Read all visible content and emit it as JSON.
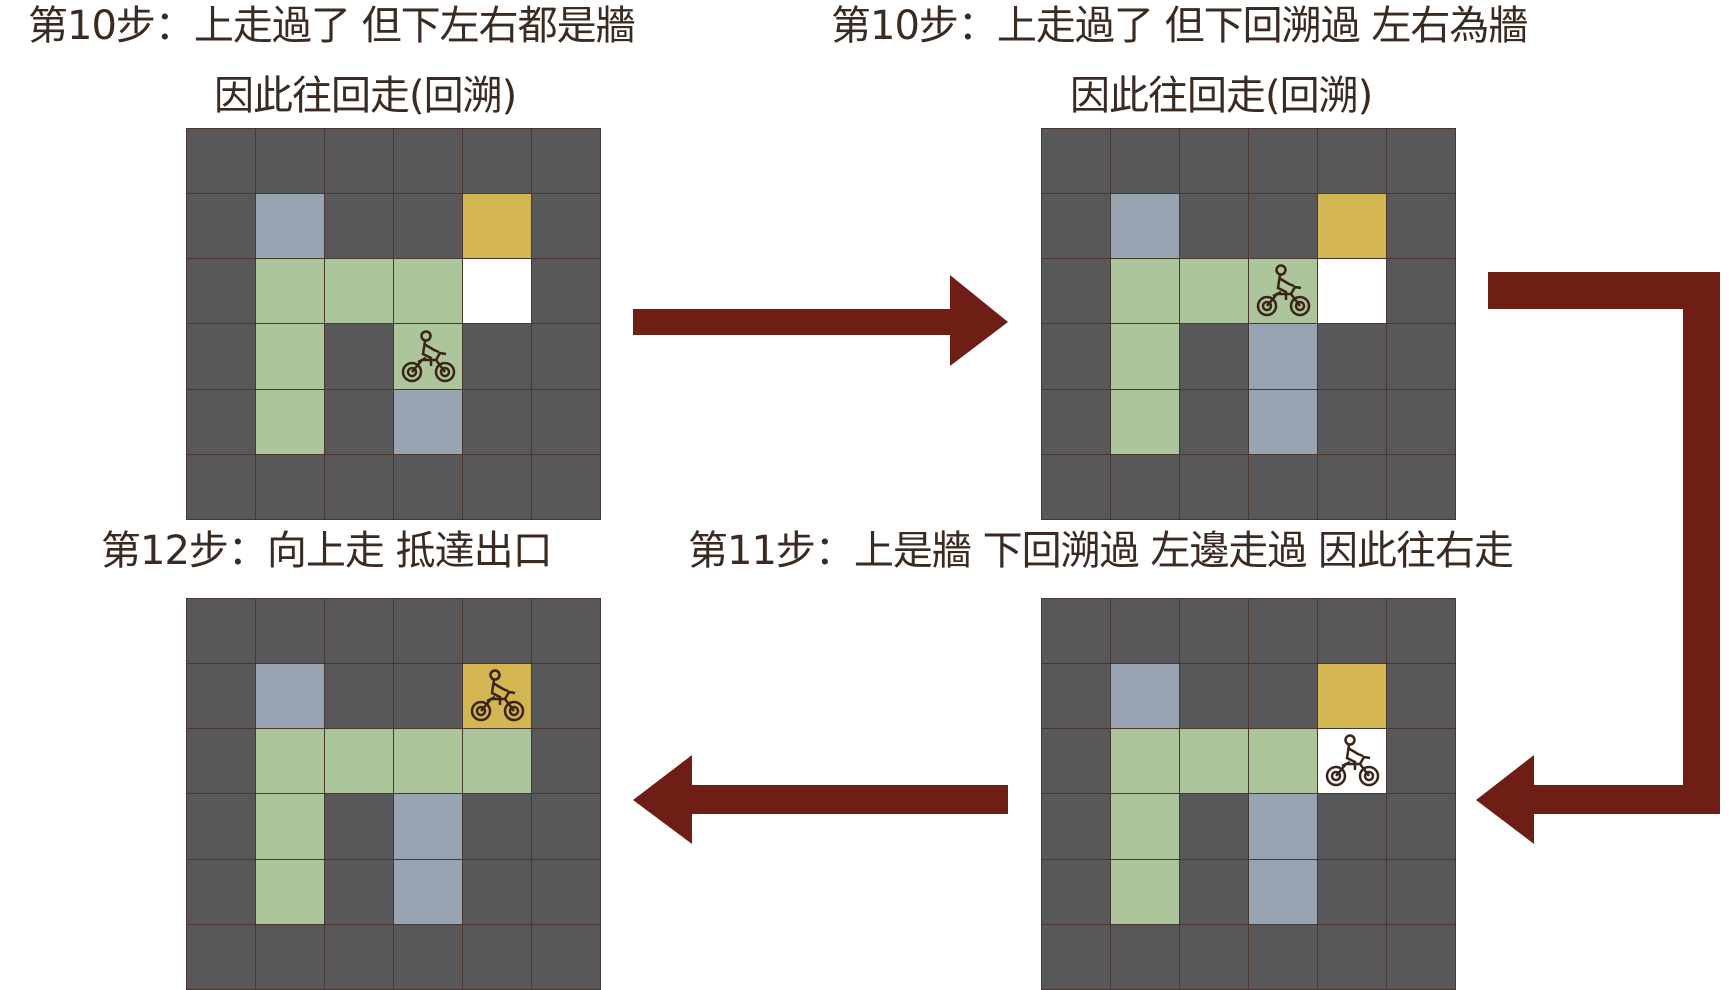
{
  "colors": {
    "wall": "#58585a",
    "backtracked": "#98a4b1",
    "exit": "#d3b552",
    "walked": "#adc59b",
    "open": "#ffffff",
    "arrow": "#6e1e14"
  },
  "legend_states": [
    "wall",
    "back",
    "exit",
    "walk",
    "open"
  ],
  "panels": [
    {
      "caption_line1": "第10步：上走過了 但下左右都是牆",
      "caption_line2": "因此往回走(回溯)",
      "cells": [
        [
          "wall",
          "wall",
          "wall",
          "wall",
          "wall",
          "wall"
        ],
        [
          "wall",
          "back",
          "wall",
          "wall",
          "exit",
          "wall"
        ],
        [
          "wall",
          "walk",
          "walk",
          "walk",
          "open",
          "wall"
        ],
        [
          "wall",
          "walk",
          "wall",
          "walk",
          "wall",
          "wall"
        ],
        [
          "wall",
          "walk",
          "wall",
          "back",
          "wall",
          "wall"
        ],
        [
          "wall",
          "wall",
          "wall",
          "wall",
          "wall",
          "wall"
        ]
      ],
      "rider": [
        3,
        3
      ]
    },
    {
      "caption_line1": "第10步：上走過了 但下回溯過 左右為牆",
      "caption_line2": "因此往回走(回溯)",
      "cells": [
        [
          "wall",
          "wall",
          "wall",
          "wall",
          "wall",
          "wall"
        ],
        [
          "wall",
          "back",
          "wall",
          "wall",
          "exit",
          "wall"
        ],
        [
          "wall",
          "walk",
          "walk",
          "walk",
          "open",
          "wall"
        ],
        [
          "wall",
          "walk",
          "wall",
          "back",
          "wall",
          "wall"
        ],
        [
          "wall",
          "walk",
          "wall",
          "back",
          "wall",
          "wall"
        ],
        [
          "wall",
          "wall",
          "wall",
          "wall",
          "wall",
          "wall"
        ]
      ],
      "rider": [
        2,
        3
      ]
    },
    {
      "caption_line1": "第12步：向上走 抵達出口",
      "cells": [
        [
          "wall",
          "wall",
          "wall",
          "wall",
          "wall",
          "wall"
        ],
        [
          "wall",
          "back",
          "wall",
          "wall",
          "exit",
          "wall"
        ],
        [
          "wall",
          "walk",
          "walk",
          "walk",
          "walk",
          "wall"
        ],
        [
          "wall",
          "walk",
          "wall",
          "back",
          "wall",
          "wall"
        ],
        [
          "wall",
          "walk",
          "wall",
          "back",
          "wall",
          "wall"
        ],
        [
          "wall",
          "wall",
          "wall",
          "wall",
          "wall",
          "wall"
        ]
      ],
      "rider": [
        1,
        4
      ]
    },
    {
      "caption_line1": "第11步：上是牆 下回溯過 左邊走過 因此往右走",
      "cells": [
        [
          "wall",
          "wall",
          "wall",
          "wall",
          "wall",
          "wall"
        ],
        [
          "wall",
          "back",
          "wall",
          "wall",
          "exit",
          "wall"
        ],
        [
          "wall",
          "walk",
          "walk",
          "walk",
          "open",
          "wall"
        ],
        [
          "wall",
          "walk",
          "wall",
          "back",
          "wall",
          "wall"
        ],
        [
          "wall",
          "walk",
          "wall",
          "back",
          "wall",
          "wall"
        ],
        [
          "wall",
          "wall",
          "wall",
          "wall",
          "wall",
          "wall"
        ]
      ],
      "rider": [
        2,
        4
      ]
    }
  ]
}
